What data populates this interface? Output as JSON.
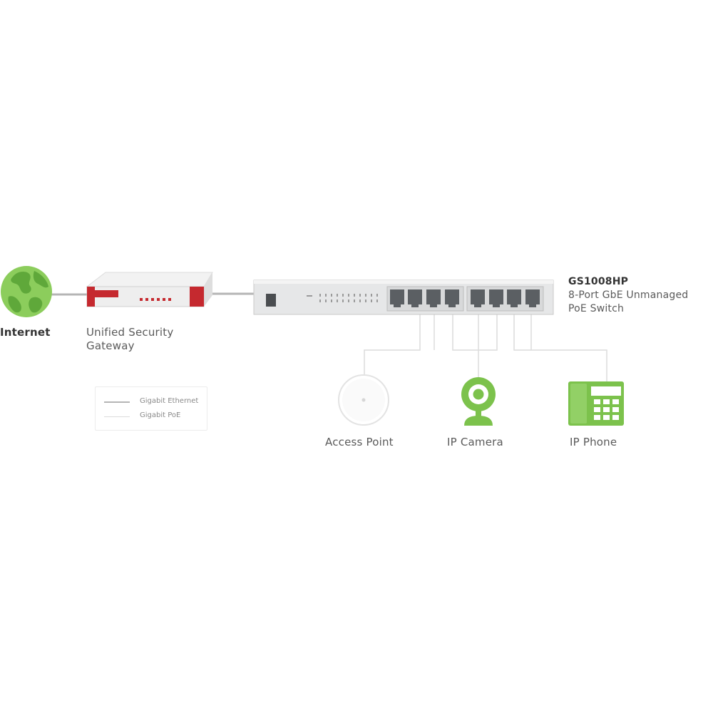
{
  "nodes": {
    "internet": {
      "label": "Internet"
    },
    "gateway": {
      "label_line1": "Unified Security",
      "label_line2": "Gateway"
    },
    "switch": {
      "model": "GS1008HP",
      "desc_line1": "8-Port GbE Unmanaged",
      "desc_line2": "PoE Switch"
    },
    "access_point": {
      "label": "Access Point"
    },
    "ip_camera": {
      "label": "IP Camera"
    },
    "ip_phone": {
      "label": "IP Phone"
    }
  },
  "legend": {
    "items": [
      {
        "label": "Gigabit Ethernet",
        "style": "ethernet",
        "color": "#b5b5b5"
      },
      {
        "label": "Gigabit PoE",
        "style": "poe",
        "color": "#dcdcdc"
      }
    ]
  },
  "colors": {
    "globe_ocean": "#8ccd5c",
    "globe_land": "#5fa83a",
    "device_green": "#7cc24c",
    "gateway_red": "#c5292f",
    "switch_body": "#e6e7e8",
    "port": "#5b5f63",
    "link_ethernet": "#b5b5b5",
    "link_poe": "#dcdcdc"
  }
}
